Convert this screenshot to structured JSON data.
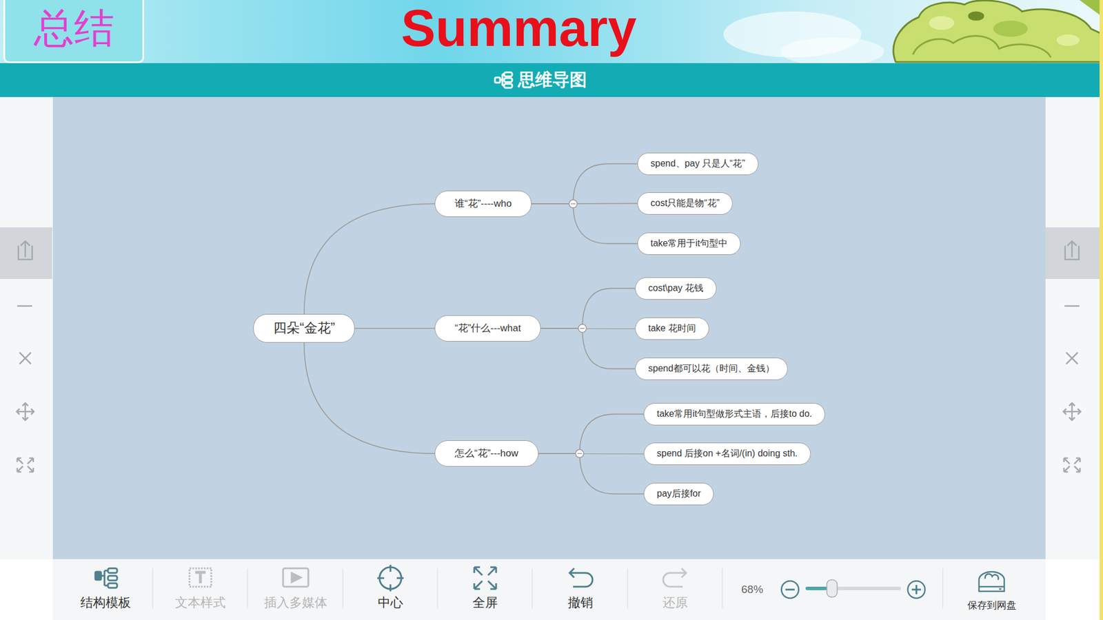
{
  "diagram": {
    "title": "Summary",
    "nodes": [
      {
        "text": [
          "总结"
        ]
      },
      {
        "text": [
          "四朵“金花”"
        ]
      },
      {
        "text": [
          "谁“花”----who"
        ]
      },
      {
        "text": [
          "spend、pay 只是人“花”"
        ]
      },
      {
        "text": [
          "cost只能是物“花”"
        ]
      },
      {
        "text": [
          "take常用于it句型中"
        ]
      },
      {
        "text": [
          "“花”什么---what"
        ]
      },
      {
        "text": [
          "cost\\pay 花钱"
        ]
      },
      {
        "text": [
          "take 花时间"
        ]
      },
      {
        "text": [
          "spend都可以花（时间、金钱）"
        ]
      },
      {
        "text": [
          "怎么“花”---how"
        ]
      },
      {
        "text": [
          "take常用it句型做形式主语，后接to do."
        ]
      },
      {
        "text": [
          "spend 后接on +名词/(in) doing sth."
        ]
      },
      {
        "text": [
          "pay后接for"
        ]
      }
    ],
    "edges": [
      {
        "from": 1,
        "to": 2,
        "arrow": "none"
      },
      {
        "from": 1,
        "to": 6,
        "arrow": "none"
      },
      {
        "from": 1,
        "to": 10,
        "arrow": "none"
      },
      {
        "from": 2,
        "to": 3,
        "arrow": "none"
      },
      {
        "from": 2,
        "to": 4,
        "arrow": "none"
      },
      {
        "from": 2,
        "to": 5,
        "arrow": "none"
      },
      {
        "from": 6,
        "to": 7,
        "arrow": "none"
      },
      {
        "from": 6,
        "to": 8,
        "arrow": "none"
      },
      {
        "from": 6,
        "to": 9,
        "arrow": "none"
      },
      {
        "from": 10,
        "to": 11,
        "arrow": "none"
      },
      {
        "from": 10,
        "to": 12,
        "arrow": "none"
      },
      {
        "from": 10,
        "to": 13,
        "arrow": "none"
      }
    ],
    "labels": [
      "思维导图",
      "结构模板",
      "文本样式",
      "插入多媒体",
      "中心",
      "全屏",
      "撤销",
      "还原",
      "68%",
      "保存到网盘"
    ]
  }
}
